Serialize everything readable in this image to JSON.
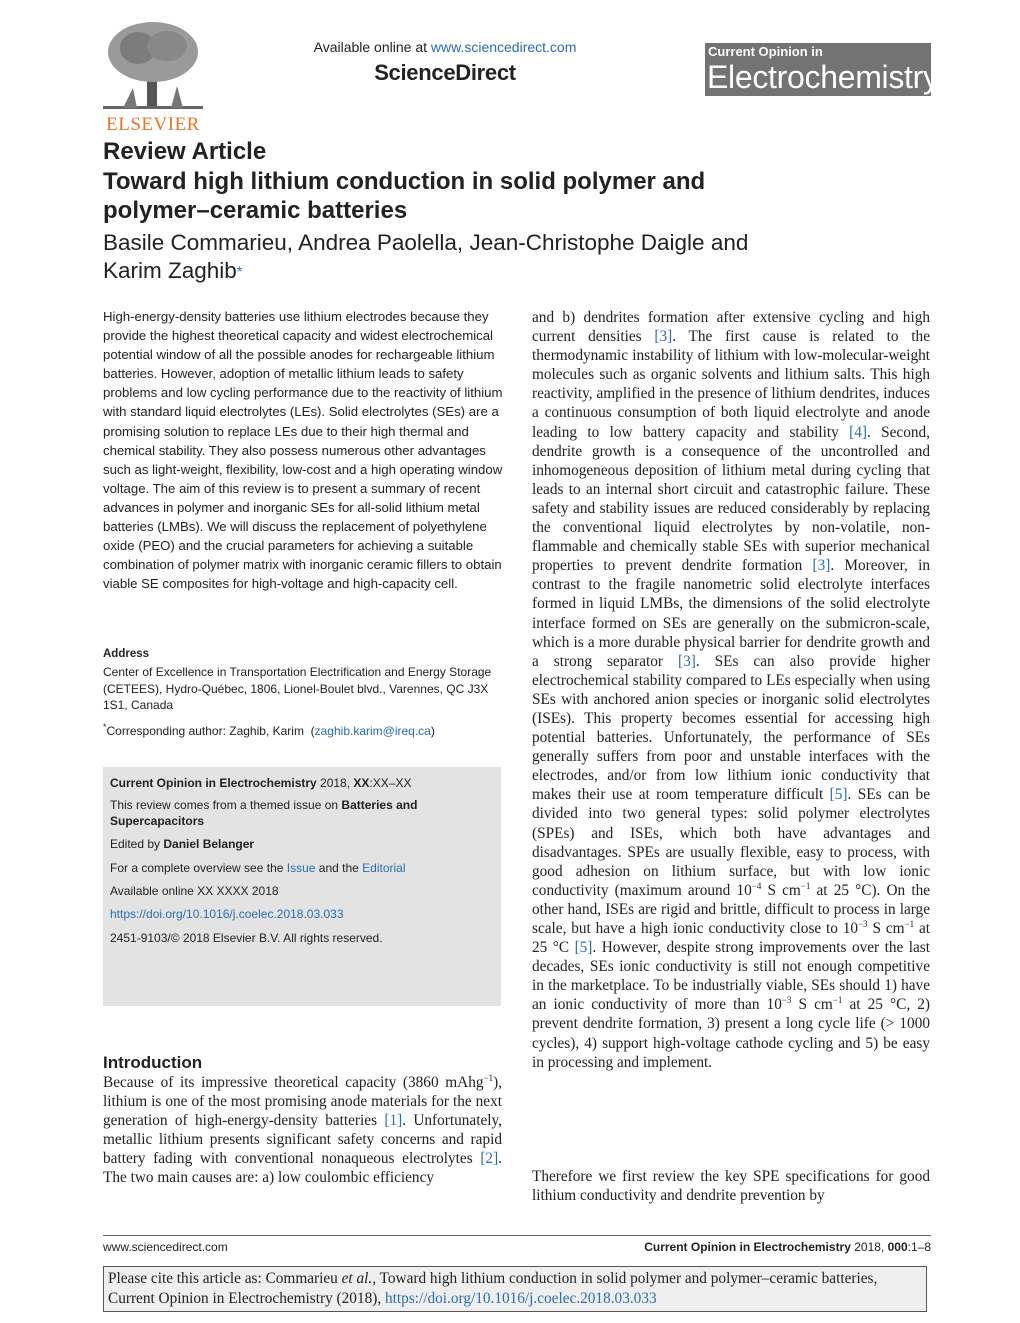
{
  "header": {
    "available_prefix": "Available online at ",
    "available_url": "www.sciencedirect.com",
    "brand": "ScienceDirect",
    "publisher": "ELSEVIER",
    "journal_top": "Current Opinion in",
    "journal_main": "Electrochemistry"
  },
  "article": {
    "type": "Review Article",
    "title": "Toward high lithium conduction in solid polymer and polymer–ceramic batteries",
    "authors": "Basile Commarieu, Andrea Paolella, Jean-Christophe Daigle and Karim Zaghib",
    "author_mark": "*"
  },
  "abstract": "High-energy-density batteries use lithium electrodes because they provide the highest theoretical capacity and widest electrochemical potential window of all the possible anodes for rechargeable lithium batteries. However, adoption of metallic lithium leads to safety problems and low cycling performance due to the reactivity of lithium with standard liquid electrolytes (LEs). Solid electrolytes (SEs) are a promising solution to replace LEs due to their high thermal and chemical stability. They also possess numerous other advantages such as light-weight, flexibility, low-cost and a high operating window voltage. The aim of this review is to present a summary of recent advances in polymer and inorganic SEs for all-solid lithium metal batteries (LMBs). We will discuss the replacement of polyethylene oxide (PEO) and the crucial parameters for achieving a suitable combination of polymer matrix with inorganic ceramic fillers to obtain viable SE composites for high-voltage and high-capacity cell.",
  "address": {
    "heading": "Address",
    "text": "Center of Excellence in Transportation Electrification and Energy Storage (CETEES), Hydro-Québec, 1806, Lionel-Boulet blvd., Varennes, QC J3X 1S1, Canada"
  },
  "corresponding": {
    "prefix": "Corresponding author: Zaghib, Karim",
    "email": "zaghib.karim@ireq.ca"
  },
  "infobox": {
    "journal": "Current Opinion in Electrochemistry",
    "journal_rest": " 2018, ",
    "volume": "XX",
    "pages": ":XX–XX",
    "theme_prefix": "This review comes from a themed issue on ",
    "theme_name": "Batteries and Supercapacitors",
    "edited_prefix": "Edited by ",
    "editor": "Daniel Belanger",
    "overview_prefix": "For a complete overview see the ",
    "issue_link": "Issue",
    "and": " and the ",
    "editorial_link": "Editorial",
    "available": "Available online XX XXXX 2018",
    "doi": "https://doi.org/10.1016/j.coelec.2018.03.033",
    "copyright": "2451-9103/© 2018 Elsevier B.V. All rights reserved."
  },
  "introduction": {
    "heading": "Introduction",
    "p1_a": "Because of its impressive theoretical capacity (3860 mAhg",
    "p1_sup": "−1",
    "p1_b": "), lithium is one of the most promising anode materials for the next generation of high-energy-density batteries ",
    "ref1": "[1]",
    "p1_c": ". Unfortunately, metallic lithium presents significant safety concerns and rapid battery fading with conventional nonaqueous electrolytes ",
    "ref2": "[2]",
    "p1_d": ". The two main causes are: a) low coulombic efficiency"
  },
  "right_column": {
    "s1": "and b) dendrites formation after extensive cycling and high current densities ",
    "ref3a": "[3]",
    "s2": ". The first cause is related to the thermodynamic instability of lithium with low-molecular-weight molecules such as organic solvents and lithium salts. This high reactivity, amplified in the presence of lithium dendrites, induces a continuous consumption of both liquid electrolyte and anode leading to low battery capacity and stability ",
    "ref4": "[4]",
    "s3": ". Second, dendrite growth is a consequence of the uncontrolled and inhomogeneous deposition of lithium metal during cycling that leads to an internal short circuit and catastrophic failure. These safety and stability issues are reduced considerably by replacing the conventional liquid electrolytes by non-volatile, non-flammable and chemically stable SEs with superior mechanical properties to prevent dendrite formation ",
    "ref3b": "[3]",
    "s4": ". Moreover, in contrast to the fragile nanometric solid electrolyte interfaces formed in liquid LMBs, the dimensions of the solid electrolyte interface formed on SEs are generally on the submicron-scale, which is a more durable physical barrier for dendrite growth and a strong separator ",
    "ref3c": "[3]",
    "s5": ". SEs can also provide higher electrochemical stability compared to LEs especially when using SEs with anchored anion species or inorganic solid electrolytes (ISEs). This property becomes essential for accessing high potential batteries. Unfortunately, the performance of SEs generally suffers from poor and unstable interfaces with the electrodes, and/or from low lithium ionic conductivity that makes their use at room temperature difficult ",
    "ref5a": "[5]",
    "s6": ". SEs can be divided into two general types: solid polymer electrolytes (SPEs) and ISEs, which both have advantages and disadvantages. SPEs are usually flexible, easy to process, with good adhesion on lithium surface, but with low ionic conductivity (maximum around 10",
    "sup_m4": "−4",
    "s7": " S cm",
    "sup_m1a": "−1",
    "s8": " at 25 °C). On the other hand, ISEs are rigid and brittle, difficult to process in large scale, but have a high ionic conductivity close to 10",
    "sup_m3a": "−3",
    "s9": " S cm",
    "sup_m1b": "−1",
    "s10": " at 25 °C ",
    "ref5b": "[5]",
    "s11": ". However, despite strong improvements over the last decades, SEs ionic conductivity is still not enough competitive in the marketplace. To be industrially viable, SEs should 1) have an ionic conductivity of more than 10",
    "sup_m3b": "−3",
    "s12": " S cm",
    "sup_m1c": "−1",
    "s13": " at 25 °C, 2) prevent dendrite formation, 3) present a long cycle life (> 1000 cycles), 4) support high-voltage cathode cycling and 5) be easy in processing and implement.",
    "p2": "Therefore we first review the key SPE specifications for good lithium conductivity and dendrite prevention by"
  },
  "footer": {
    "left": "www.sciencedirect.com",
    "journal": "Current Opinion in Electrochemistry",
    "rest": " 2018, ",
    "vol": "000",
    "pages": ":1–8"
  },
  "citation": {
    "a": "Please cite this article as: Commarieu ",
    "etal": "et al.",
    "b": ", Toward high lithium conduction in solid polymer and polymer–ceramic batteries, Current Opinion in Electrochemistry (2018), ",
    "doi": "https://doi.org/10.1016/j.coelec.2018.03.033"
  }
}
